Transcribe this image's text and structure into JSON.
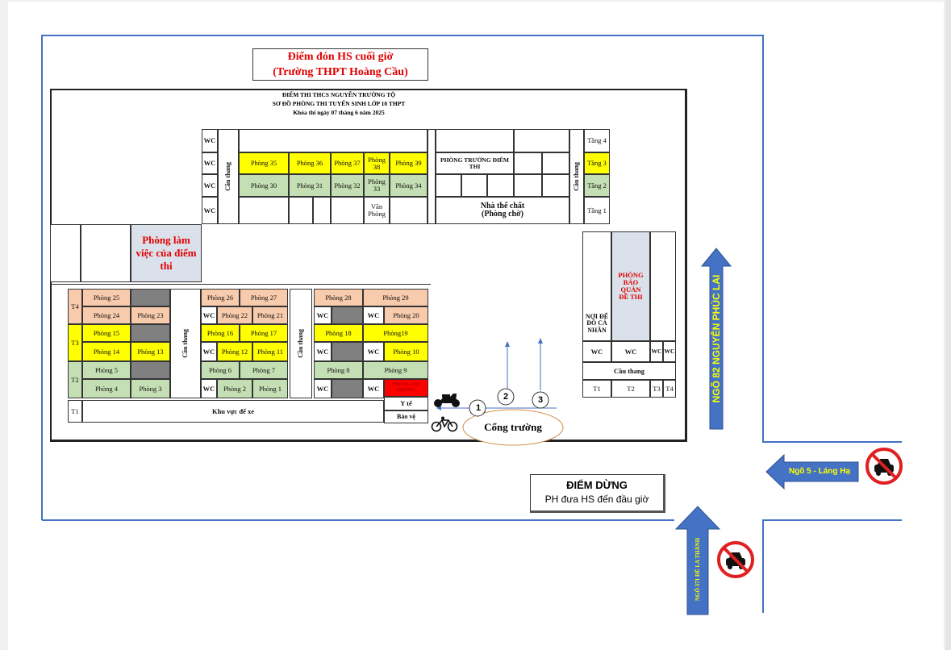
{
  "title_box": {
    "line1": "Điểm đón HS cuối giờ",
    "line2": "(Trường THPT Hoàng Cầu)"
  },
  "header": {
    "line1": "ĐIỂM THI THCS NGUYỄN TRƯỜNG TỘ",
    "line2": "SƠ ĐỒ PHÒNG THI TUYỂN SINH LỚP 10 THPT",
    "line3": "Khóa thi ngày 07 tháng 6 năm 2025"
  },
  "labels": {
    "wc": "WC",
    "stairs": "Cầu thang",
    "p35": "Phòng 35",
    "p36": "Phòng 36",
    "p37": "Phòng 37",
    "p38": "Phòng 38",
    "p39": "Phòng 39",
    "p30": "Phòng 30",
    "p31": "Phòng 31",
    "p32": "Phòng 32",
    "p33": "Phòng 33",
    "p34": "Phòng 34",
    "truong_diem_thi": "PHÒNG TRƯỞNG ĐIỂM THI",
    "van_phong": "Văn Phòng",
    "nha_the_chat": "Nhà thể chất",
    "phong_cho": "(Phòng chờ)",
    "tang4": "Tầng 4",
    "tang3": "Tầng 3",
    "tang2": "Tầng 2",
    "tang1": "Tầng 1",
    "phong_lam_viec": "Phòng làm việc của điểm thi",
    "t4": "T4",
    "t3": "T3",
    "t2": "T2",
    "t1": "T1",
    "p25": "Phòng 25",
    "p24": "Phòng 24",
    "p23": "Phòng 23",
    "p15": "Phòng 15",
    "p14": "Phòng 14",
    "p13": "Phòng 13",
    "p5": "Phòng 5",
    "p4": "Phòng 4",
    "p3": "Phòng 3",
    "p26": "Phòng 26",
    "p27": "Phòng 27",
    "p22": "Phòng 22",
    "p21": "Phòng 21",
    "p16": "Phòng 16",
    "p17": "Phòng 17",
    "p12": "Phòng 12",
    "p11": "Phòng 11",
    "p6": "Phòng 6",
    "p7": "Phòng 7",
    "p2": "Phòng 2",
    "p1": "Phòng 1",
    "p28": "Phòng 28",
    "p29": "Phòng 29",
    "p20": "Phòng 20",
    "p18": "Phòng 18",
    "p19": "Phòng19",
    "p10": "Phòng 10",
    "p8": "Phòng 8",
    "p9": "Phòng 9",
    "du_phong": "PHÒNG DỰ PHÒNG",
    "y_te": "Y tế",
    "bao_ve": "Bảo vệ",
    "khu_vuc_de_xe": "Khu vực để xe",
    "bao_quan": "PHÒNG BẢO QUẢN ĐỀ THI",
    "noi_de_do": "NƠI ĐỂ ĐỒ CÁ NHÂN",
    "r_t1": "T1",
    "r_t2": "T2",
    "r_t3": "T3",
    "r_t4": "T4"
  },
  "gate": {
    "label": "Cổng trường",
    "n1": "1",
    "n2": "2",
    "n3": "3"
  },
  "stop_box": {
    "line1": "ĐIỂM DỪNG",
    "line2": "PH đưa HS đến đầu giờ"
  },
  "roads": {
    "nguyen_phuc_lai": "NGÕ 82 NGUYỄN PHÚC LAI",
    "lang_ha": "Ngõ 5 - Láng Hạ",
    "de_la_thanh": "NGÕ 371 ĐÊ LA THÀNH"
  },
  "colors": {
    "border_blue": "#4472c4",
    "arrow_blue": "#4472c4",
    "arrow_text": "#ffff00",
    "title_red": "#e00000",
    "yellow": "#ffff00",
    "green": "#c5dfb4",
    "orange": "#f8cbad",
    "gray": "#808080",
    "light_blue": "#dbe1ea",
    "red": "#ff0000",
    "no_car_red": "#e02020"
  },
  "icons": [
    "motorbike-icon",
    "bicycle-icon",
    "no-car-icon",
    "arrow-up-icon",
    "arrow-left-icon"
  ]
}
